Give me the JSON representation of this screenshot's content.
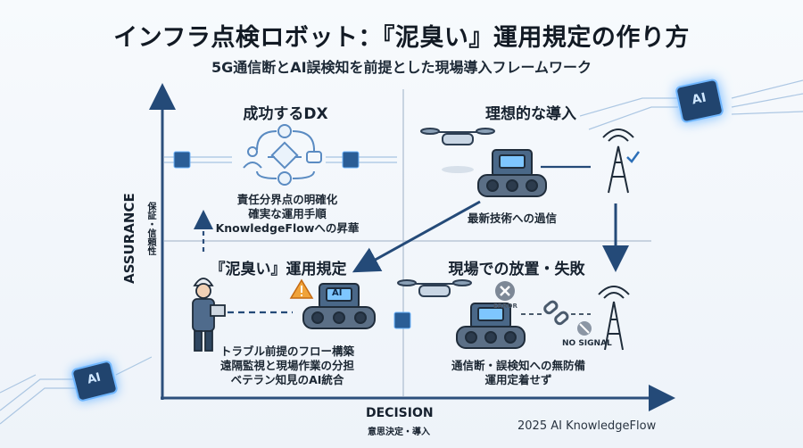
{
  "title": "インフラ点検ロボット：『泥臭い』運用規定の作り方",
  "subtitle": "5G通信断とAI誤検知を前提とした現場導入フレームワーク",
  "axes": {
    "y_label": "ASSURANCE",
    "y_sublabel": "保証・信頼性",
    "x_label": "DECISION",
    "x_sublabel": "意思決定・導入"
  },
  "quadrants": {
    "top_left": {
      "title": "成功するDX",
      "lines": [
        "責任分界点の明確化",
        "確実な運用手順",
        "KnowledgeFlowへの昇華"
      ]
    },
    "top_right": {
      "title": "理想的な導入",
      "caption": "最新技術への過信"
    },
    "bottom_left": {
      "title": "『泥臭い』運用規定",
      "lines": [
        "トラブル前提のフロー構築",
        "遠隔監視と現場作業の分担",
        "ベテラン知見のAI統合"
      ]
    },
    "bottom_right": {
      "title": "現場での放置・失敗",
      "lines": [
        "通信断・誤検知への無防備",
        "運用定着せず"
      ]
    }
  },
  "badges": {
    "error": "ERROR",
    "no_signal": "NO SIGNAL",
    "ai": "AI"
  },
  "footer": "2025 AI KnowledgeFlow"
}
